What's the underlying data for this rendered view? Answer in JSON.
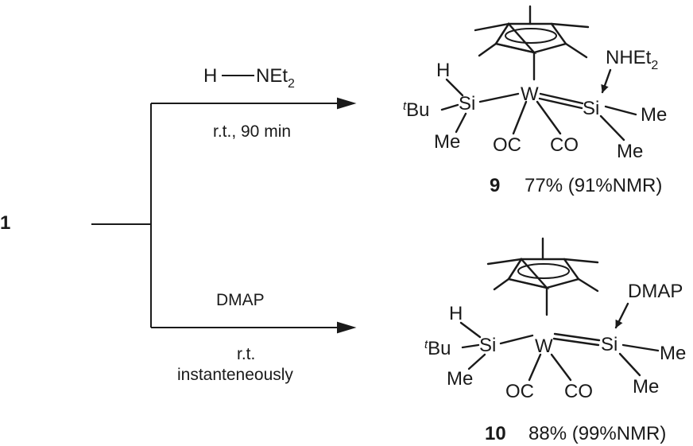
{
  "scheme": {
    "start_compound": "1",
    "reactions": [
      {
        "reagent_h": "H",
        "reagent_rest": "NEt",
        "reagent_sub": "2",
        "condition_line1": "r.t., 90 min",
        "condition_line2": "",
        "product_number": "9",
        "yield": "77% (91%NMR)",
        "donor_label": "NHEt",
        "donor_sub": "2"
      },
      {
        "reagent_h": "",
        "reagent_rest": "DMAP",
        "reagent_sub": "",
        "condition_line1": "r.t.",
        "condition_line2": "instanteneously",
        "product_number": "10",
        "yield": "88% (99%NMR)",
        "donor_label": "DMAP",
        "donor_sub": ""
      }
    ],
    "atoms": {
      "metal": "W",
      "silicon": "Si",
      "hydride": "H",
      "tbu_sup": "t",
      "tbu": "Bu",
      "methyl": "Me",
      "carbonyl_left": "OC",
      "carbonyl_right": "CO"
    }
  }
}
